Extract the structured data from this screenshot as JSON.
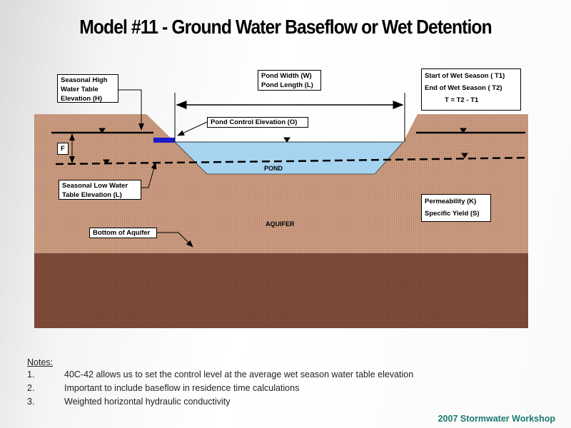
{
  "title": "Model #11  - Ground Water Baseflow or Wet Detention",
  "labels": {
    "seasonal_high": [
      "Seasonal High",
      "Water Table",
      "Elevation (H)"
    ],
    "pond_dims": [
      "Pond Width (W)",
      "Pond Length (L)"
    ],
    "season": [
      "Start of Wet Season ( T1)",
      "End of Wet Season ( T2)",
      "T  =  T2 - T1"
    ],
    "pond_control": "Pond Control Elevation (O)",
    "f": "F",
    "seasonal_low": [
      "Seasonal Low Water",
      "Table Elevation (L)"
    ],
    "properties": [
      "Permeability  (K)",
      "Specific Yield  (S)"
    ],
    "bottom": "Bottom of Aquifer",
    "pond": "POND",
    "aquifer": "AQUIFER"
  },
  "notes": {
    "heading": "Notes:",
    "items": [
      {
        "num": "1.",
        "text": "40C-42 allows us to set the control level at the average wet season water table elevation"
      },
      {
        "num": "2.",
        "text": "Important to include baseflow in residence time calculations"
      },
      {
        "num": "3.",
        "text": "Weighted horizontal hydraulic conductivity"
      }
    ]
  },
  "footer": "2007 Stormwater Workshop",
  "colors": {
    "soil": "#c89a7e",
    "deep": "#7a4a36",
    "water": "#a6d3f0",
    "control": "#1a1acc",
    "footer": "#1a7a70"
  }
}
